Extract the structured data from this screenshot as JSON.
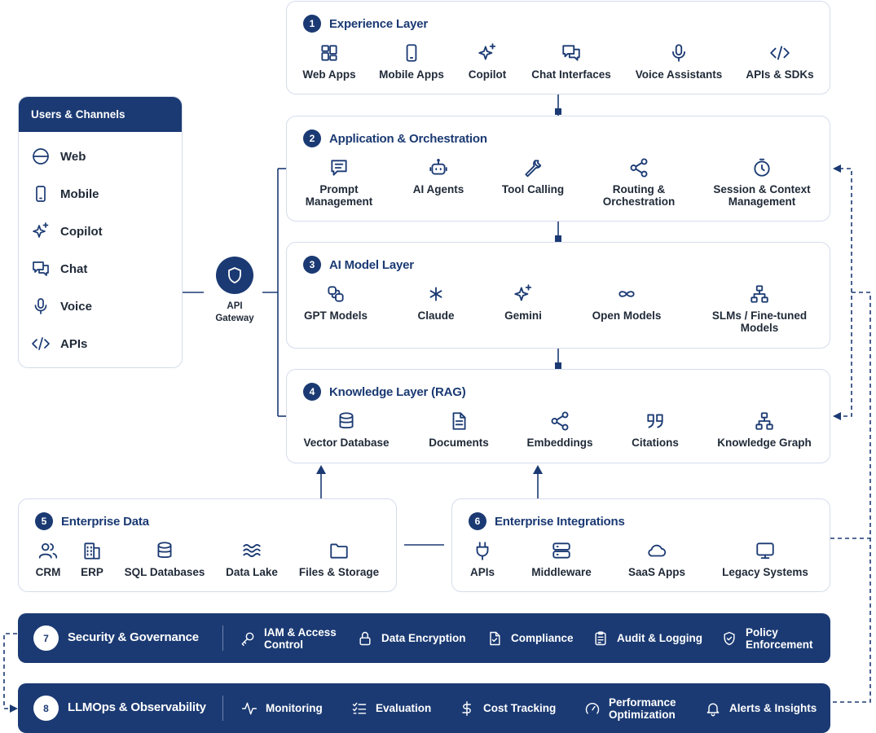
{
  "users": {
    "title": "Users & Channels",
    "items": [
      {
        "label": "Web",
        "icon": "globe-icon"
      },
      {
        "label": "Mobile",
        "icon": "mobile-icon"
      },
      {
        "label": "Copilot",
        "icon": "sparkle-icon"
      },
      {
        "label": "Chat",
        "icon": "chat-icon"
      },
      {
        "label": "Voice",
        "icon": "mic-icon"
      },
      {
        "label": "APIs",
        "icon": "code-icon"
      }
    ]
  },
  "gateway": {
    "line1": "API",
    "line2": "Gateway",
    "icon": "shield-icon"
  },
  "layers": [
    {
      "num": "1",
      "title": "Experience Layer",
      "items": [
        "Web Apps",
        "Mobile Apps",
        "Copilot",
        "Chat Interfaces",
        "Voice Assistants",
        "APIs & SDKs"
      ]
    },
    {
      "num": "2",
      "title": "Application & Orchestration",
      "items": [
        "Prompt\nManagement",
        "AI Agents",
        "Tool Calling",
        "Routing &\nOrchestration",
        "Session & Context\nManagement"
      ]
    },
    {
      "num": "3",
      "title": "AI Model Layer",
      "items": [
        "GPT Models",
        "Claude",
        "Gemini",
        "Open Models",
        "SLMs / Fine-tuned\nModels"
      ]
    },
    {
      "num": "4",
      "title": "Knowledge Layer (RAG)",
      "items": [
        "Vector Database",
        "Documents",
        "Embeddings",
        "Citations",
        "Knowledge Graph"
      ]
    }
  ],
  "enterprise_data": {
    "num": "5",
    "title": "Enterprise Data",
    "items": [
      "CRM",
      "ERP",
      "SQL Databases",
      "Data Lake",
      "Files & Storage"
    ]
  },
  "integrations": {
    "num": "6",
    "title": "Enterprise Integrations",
    "items": [
      "APIs",
      "Middleware",
      "SaaS Apps",
      "Legacy Systems"
    ]
  },
  "security": {
    "num": "7",
    "title": "Security & Governance",
    "items": [
      "IAM & Access\nControl",
      "Data Encryption",
      "Compliance",
      "Audit & Logging",
      "Policy\nEnforcement"
    ]
  },
  "llmops": {
    "num": "8",
    "title": "LLMOps & Observability",
    "items": [
      "Monitoring",
      "Evaluation",
      "Cost Tracking",
      "Performance\nOptimization",
      "Alerts & Insights"
    ]
  },
  "colors": {
    "primary": "#1b3a73",
    "border": "#d5dceb"
  }
}
